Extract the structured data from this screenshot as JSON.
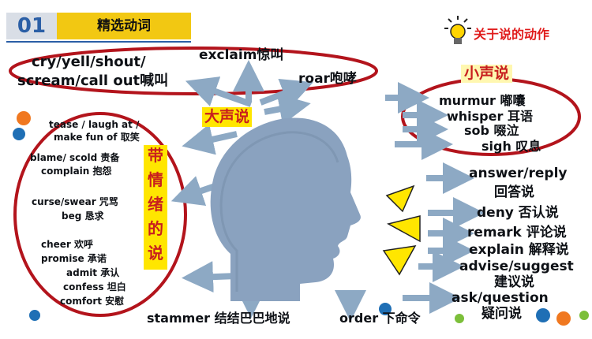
{
  "header": {
    "number": "01",
    "title": "精选动词",
    "subtitle": "关于说的动作"
  },
  "labels": {
    "loud": "大声说",
    "soft": "小声说",
    "emotional": [
      "带",
      "情",
      "绪",
      "的",
      "说"
    ]
  },
  "top_words": {
    "exclaim": "exclaim惊叫",
    "roar": "roar咆哮",
    "cry_line1": "cry/yell/shout/",
    "cry_line2": "scream/call out喊叫"
  },
  "soft_words": [
    "murmur 嘟囔",
    "whisper 耳语",
    "sob 啜泣",
    "sigh 叹息"
  ],
  "emotion_words": [
    "tease / laugh at /",
    "make fun of 取笑",
    "blame/ scold 责备",
    "complain 抱怨",
    "curse/swear 咒骂",
    "beg 恳求",
    "cheer 欢呼",
    "promise 承诺",
    "admit 承认",
    "confess 坦白",
    "comfort 安慰"
  ],
  "right_words": {
    "answer_en": "answer/reply",
    "answer_cn": "回答说",
    "deny": "deny 否认说",
    "remark": "remark 评论说",
    "explain": "explain 解释说",
    "advise_en": "advise/suggest",
    "advise_cn": "建议说",
    "ask_en": "ask/question",
    "ask_cn": "疑问说"
  },
  "bottom_words": {
    "stammer": "stammer 结结巴巴地说",
    "order": "order 下命令"
  },
  "icons": [
    "lightbulb-icon",
    "head-silhouette-icon",
    "sound-wave-icon",
    "arrow-icon"
  ],
  "colors": {
    "ellipse": "#b3141c",
    "arrow": "#8da9c4",
    "head": "#8aa2bf",
    "highlight": "#ffe600",
    "accent_red": "#e01b1b",
    "badge_blue": "#2b5fa6",
    "title_yellow": "#f2c812"
  }
}
